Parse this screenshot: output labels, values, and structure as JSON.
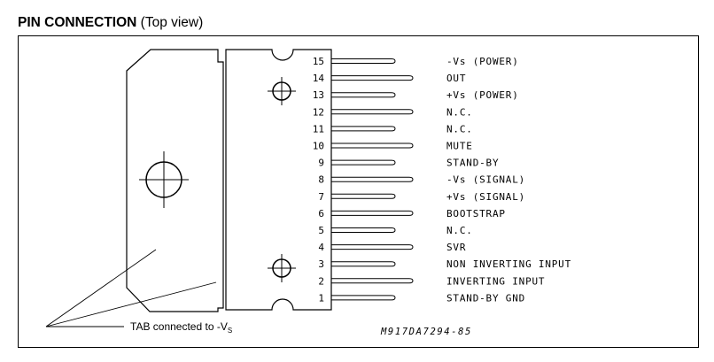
{
  "title": {
    "main": "PIN CONNECTION",
    "sub": "(Top view)"
  },
  "tab_label": {
    "prefix": "TAB connected to -V",
    "subscript": "S"
  },
  "drawing_code": "M917DA7294-85",
  "pins": [
    {
      "number": "15",
      "label": "-Vs (POWER)"
    },
    {
      "number": "14",
      "label": "OUT"
    },
    {
      "number": "13",
      "label": "+Vs (POWER)"
    },
    {
      "number": "12",
      "label": "N.C."
    },
    {
      "number": "11",
      "label": "N.C."
    },
    {
      "number": "10",
      "label": "MUTE"
    },
    {
      "number": "9",
      "label": "STAND-BY"
    },
    {
      "number": "8",
      "label": "-Vs (SIGNAL)"
    },
    {
      "number": "7",
      "label": "+Vs (SIGNAL)"
    },
    {
      "number": "6",
      "label": "BOOTSTRAP"
    },
    {
      "number": "5",
      "label": "N.C."
    },
    {
      "number": "4",
      "label": "SVR"
    },
    {
      "number": "3",
      "label": "NON INVERTING INPUT"
    },
    {
      "number": "2",
      "label": "INVERTING INPUT"
    },
    {
      "number": "1",
      "label": "STAND-BY GND"
    }
  ]
}
